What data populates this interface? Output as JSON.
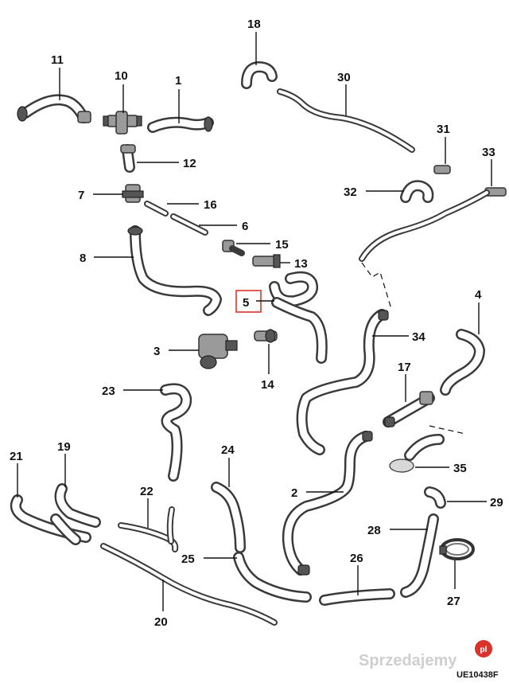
{
  "labels": {
    "l1": "1",
    "l2": "2",
    "l3": "3",
    "l4": "4",
    "l5": "5",
    "l6": "6",
    "l7": "7",
    "l8": "8",
    "l10": "10",
    "l11": "11",
    "l12": "12",
    "l13": "13",
    "l14": "14",
    "l15": "15",
    "l16": "16",
    "l17": "17",
    "l18": "18",
    "l19": "19",
    "l20": "20",
    "l21": "21",
    "l22": "22",
    "l23": "23",
    "l24": "24",
    "l25": "25",
    "l26": "26",
    "l27": "27",
    "l28": "28",
    "l29": "29",
    "l30": "30",
    "l31": "31",
    "l32": "32",
    "l33": "33",
    "l34": "34",
    "l35": "35"
  },
  "highlighted_label": "5",
  "highlight_color": "#d9342b",
  "diagram_code": "UE10438F",
  "watermark": "Sprzedajemy",
  "watermark_tld": "pl",
  "watermark_color": "#d9342b"
}
